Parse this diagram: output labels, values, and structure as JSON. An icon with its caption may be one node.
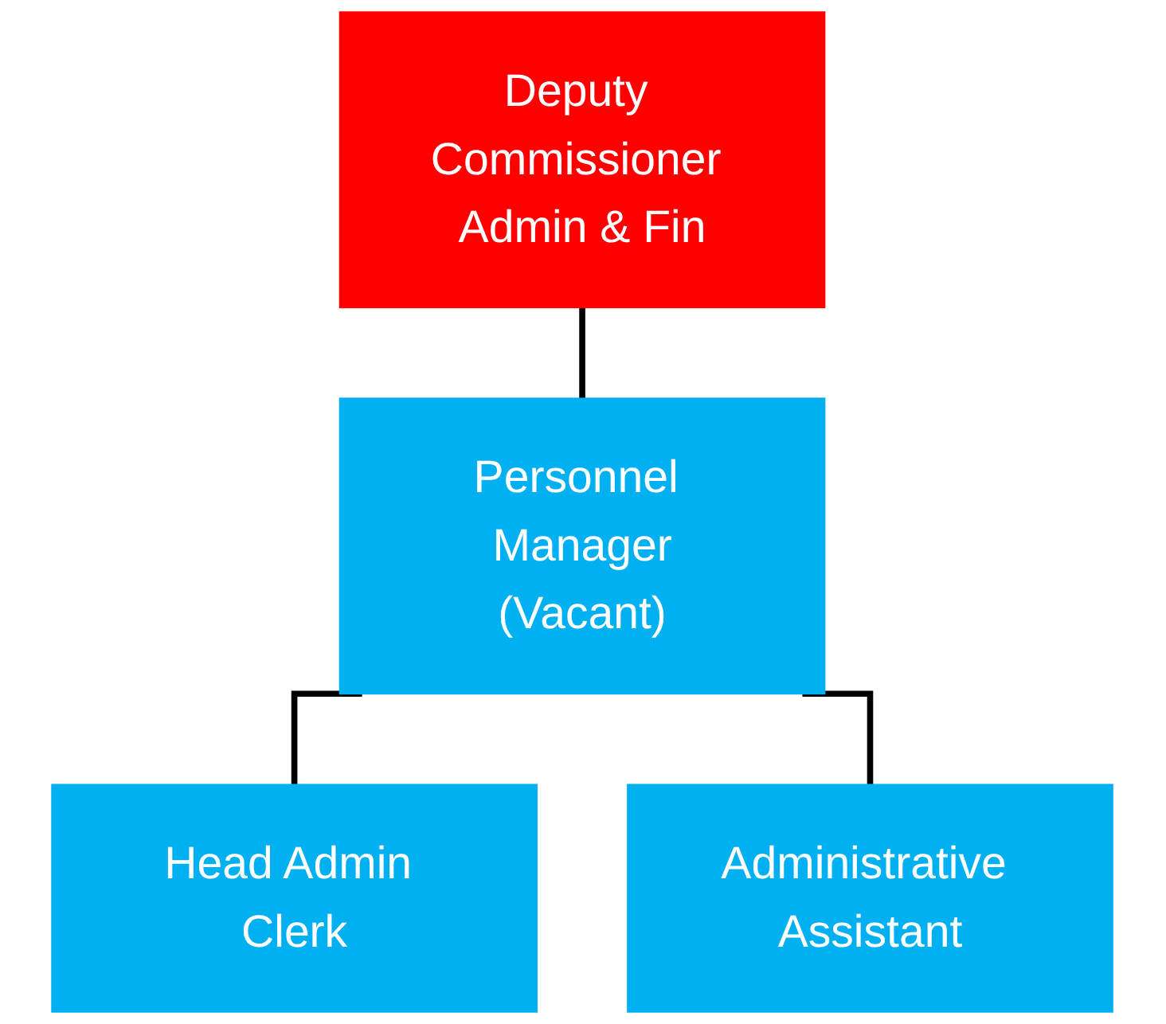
{
  "diagram": {
    "nodes": [
      {
        "text": [
          "Deputy Commissioner Admin & Fin"
        ]
      },
      {
        "text": [
          "Personnel Manager",
          "(Vacant)"
        ]
      },
      {
        "text": [
          "Head Admin Clerk"
        ]
      },
      {
        "text": [
          "Administrative Assistant"
        ]
      }
    ],
    "edges": [
      {
        "from": 0,
        "to": 1,
        "arrow": "none"
      },
      {
        "from": 1,
        "to": 2,
        "arrow": "none"
      },
      {
        "from": 1,
        "to": 3,
        "arrow": "none"
      }
    ]
  }
}
